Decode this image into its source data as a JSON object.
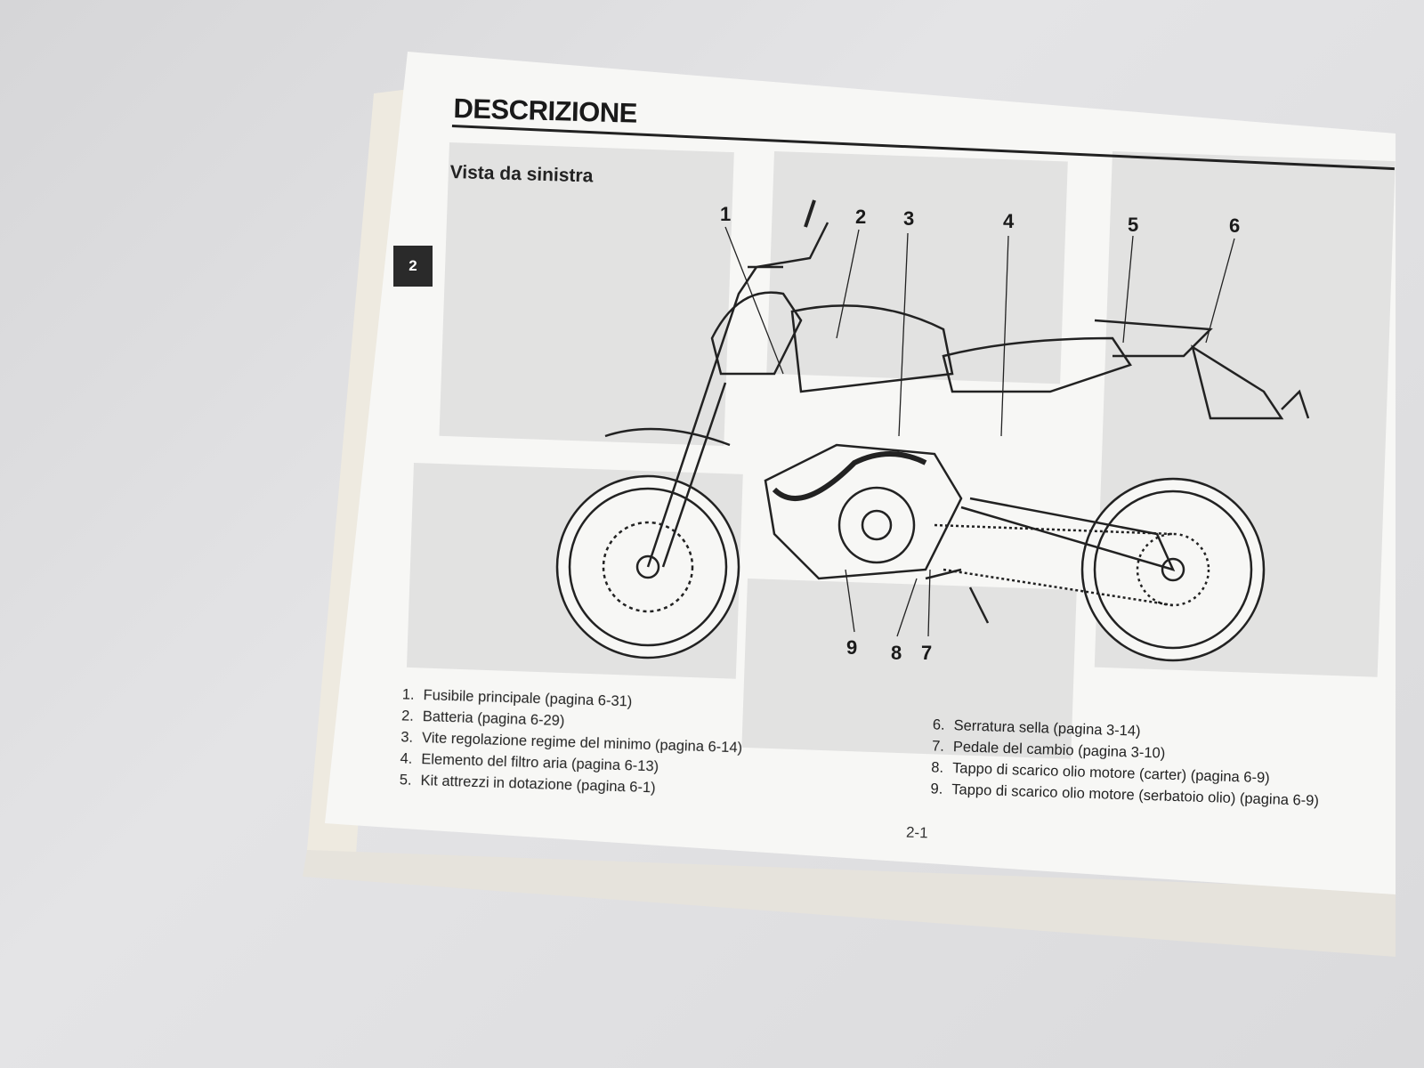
{
  "header": {
    "title": "DESCRIZIONE",
    "subtitle": "Vista da sinistra",
    "chapter_tab": "2"
  },
  "callouts": [
    "1",
    "2",
    "3",
    "4",
    "5",
    "6",
    "7",
    "8",
    "9"
  ],
  "parts_left": [
    {
      "num": "1.",
      "label": "Fusibile principale (pagina 6-31)"
    },
    {
      "num": "2.",
      "label": "Batteria (pagina 6-29)"
    },
    {
      "num": "3.",
      "label": "Vite regolazione regime del minimo (pagina 6-14)"
    },
    {
      "num": "4.",
      "label": "Elemento del filtro aria (pagina 6-13)"
    },
    {
      "num": "5.",
      "label": "Kit attrezzi in dotazione (pagina 6-1)"
    }
  ],
  "parts_right": [
    {
      "num": "6.",
      "label": "Serratura sella (pagina 3-14)"
    },
    {
      "num": "7.",
      "label": "Pedale del cambio (pagina 3-10)"
    },
    {
      "num": "8.",
      "label": "Tappo di scarico olio motore (carter) (pagina 6-9)"
    },
    {
      "num": "9.",
      "label": "Tappo di scarico olio motore (serbatoio olio) (pagina 6-9)"
    }
  ],
  "footer": {
    "page_number": "2-1"
  }
}
